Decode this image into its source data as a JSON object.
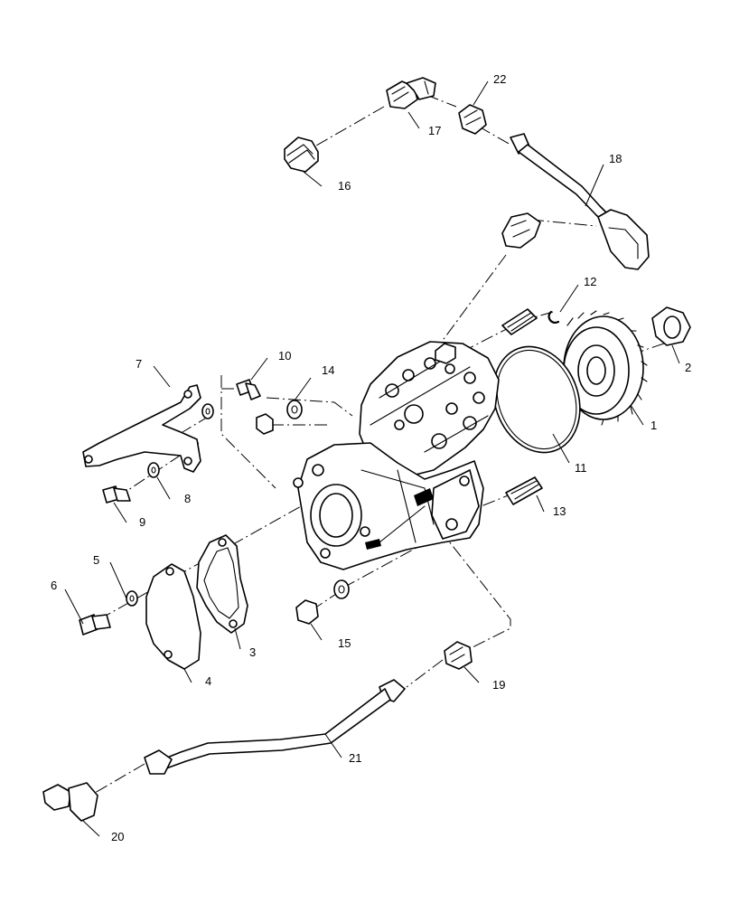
{
  "callouts": {
    "p1": "1",
    "p2": "2",
    "p3": "3",
    "p4": "4",
    "p5": "5",
    "p6": "6",
    "p7": "7",
    "p8": "8",
    "p9": "9",
    "p10": "10",
    "p11": "11",
    "p12": "12",
    "p13": "13",
    "p14": "14",
    "p15": "15",
    "p16": "16",
    "p17": "17",
    "p18": "18",
    "p19": "19",
    "p20": "20",
    "p21": "21",
    "p22": "22"
  }
}
